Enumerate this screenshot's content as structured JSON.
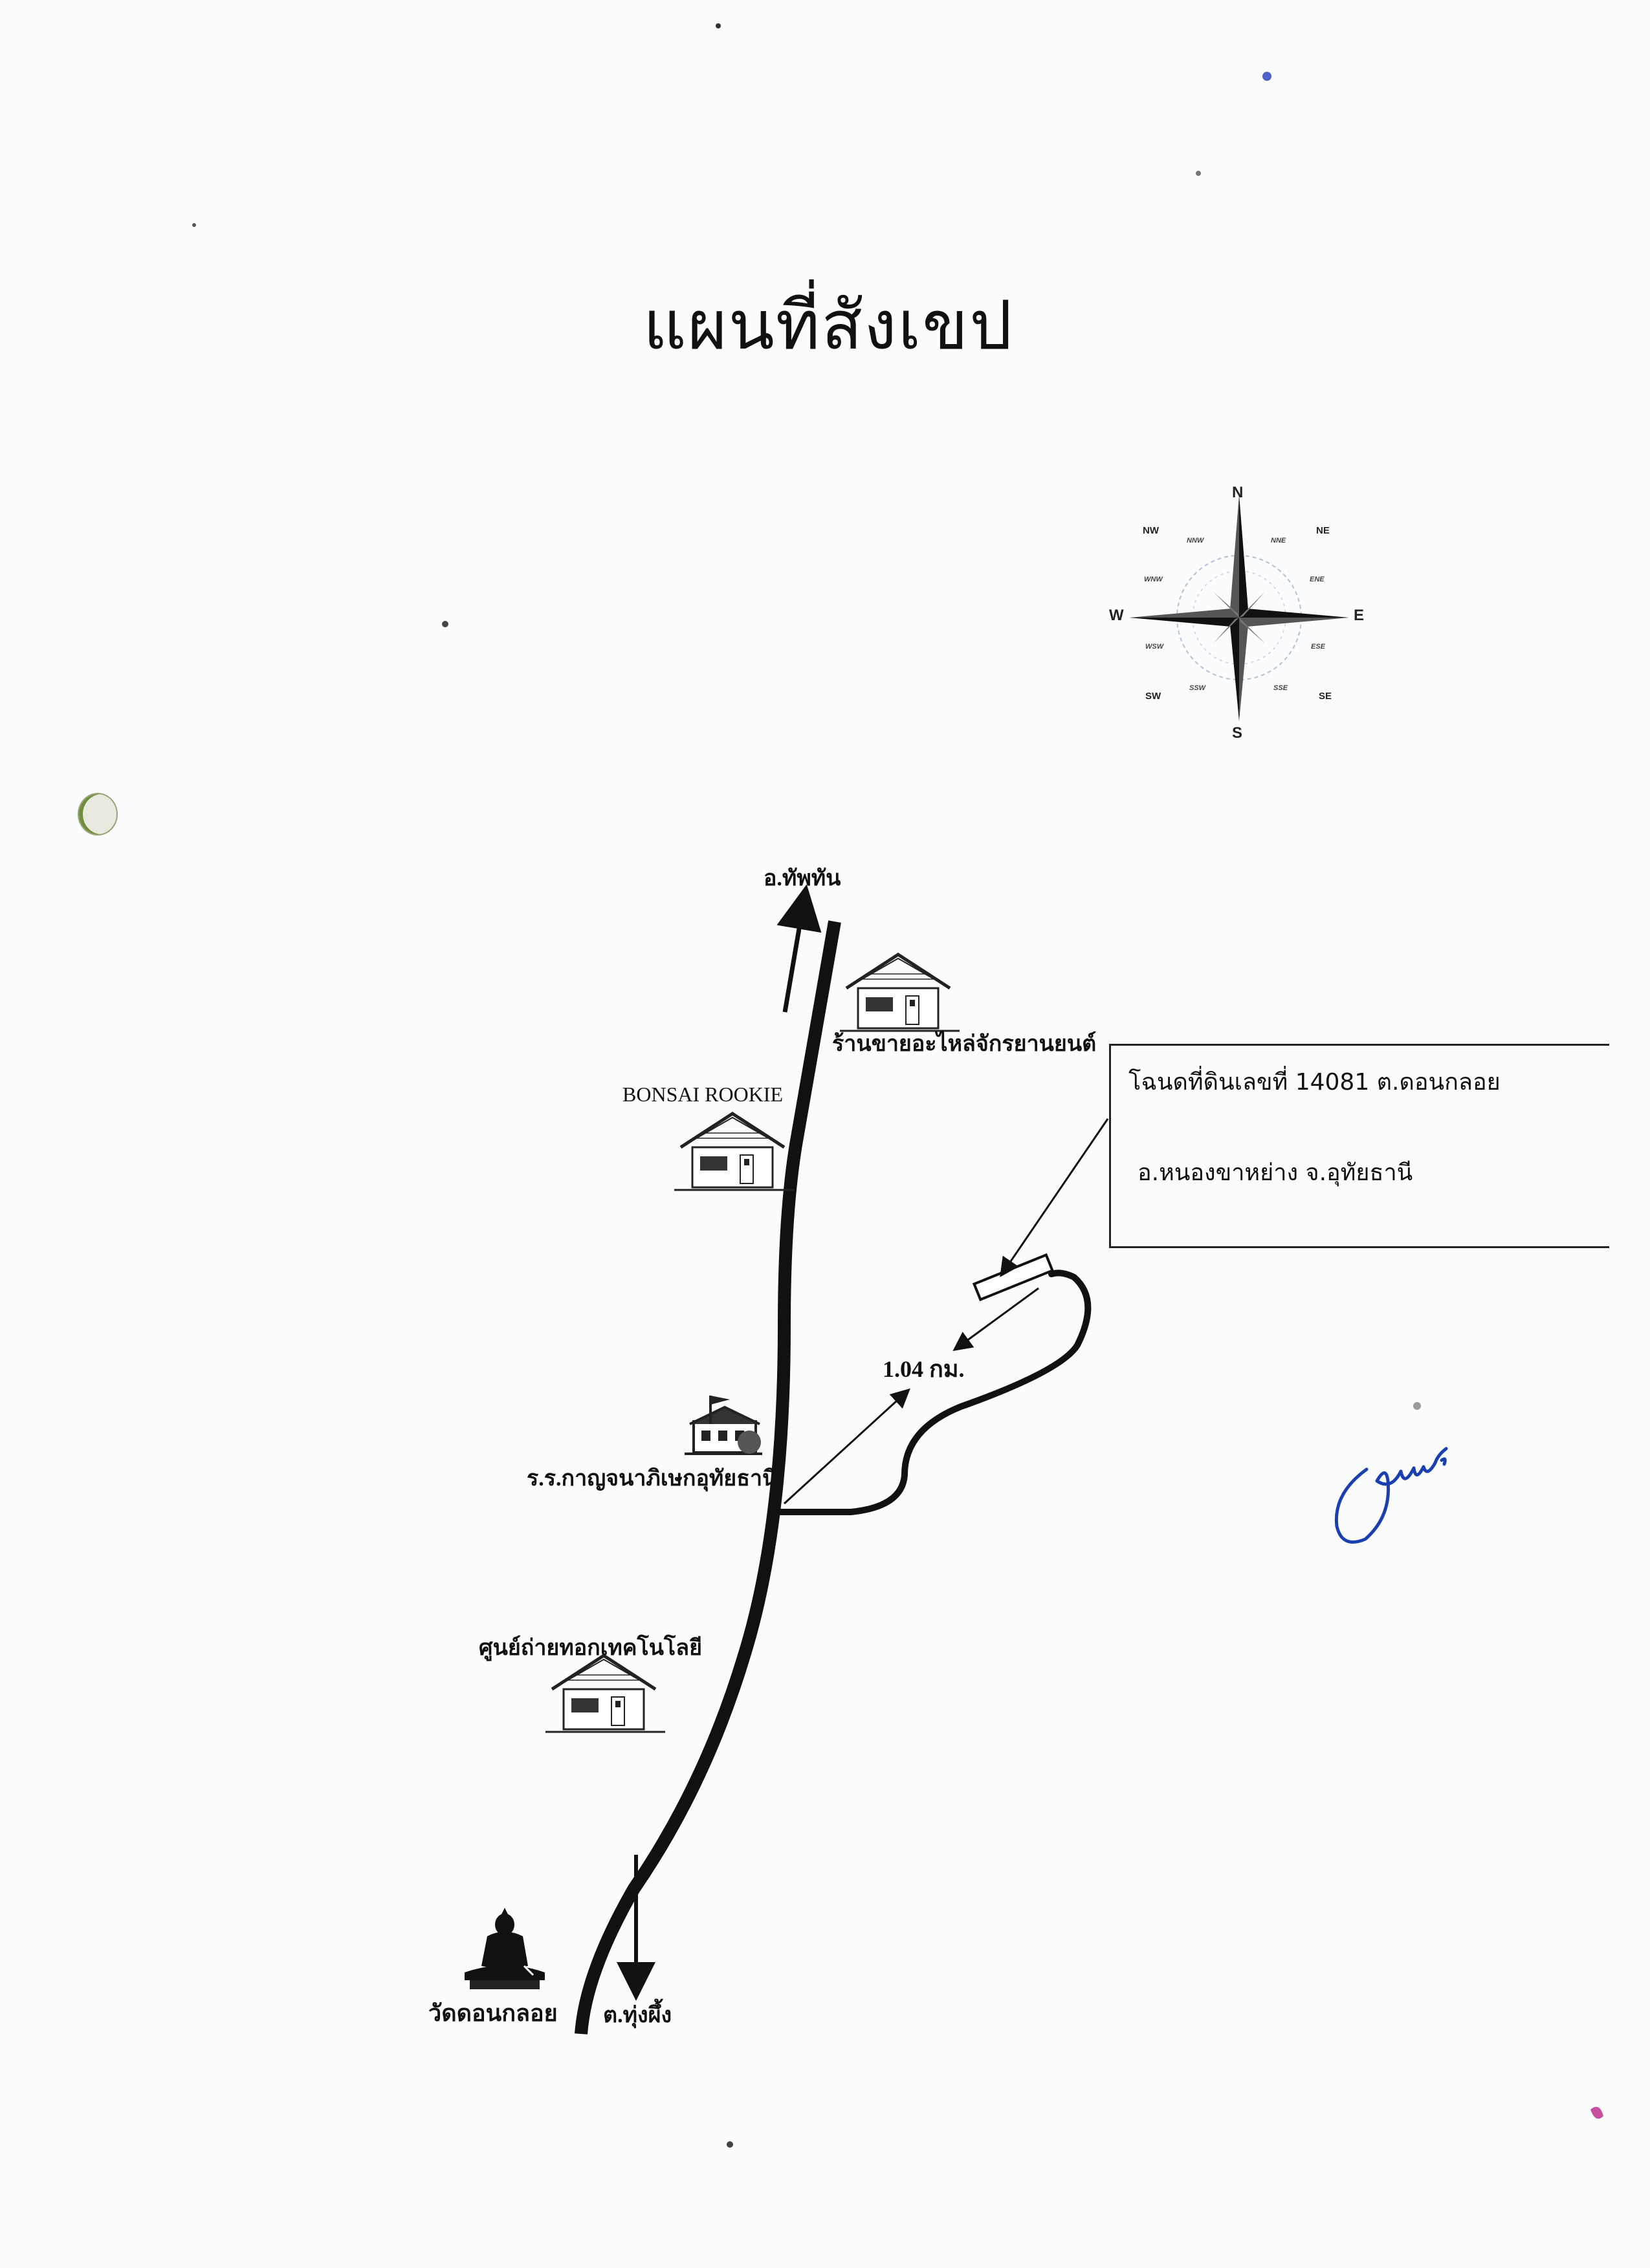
{
  "title": "แผนที่สังเขป",
  "compass": {
    "main": {
      "n": "N",
      "s": "S",
      "e": "E",
      "w": "W"
    },
    "inter": {
      "ne": "NE",
      "nw": "NW",
      "se": "SE",
      "sw": "SW"
    },
    "minor": {
      "nnw": "NNW",
      "nne": "NNE",
      "wnw": "WNW",
      "ene": "ENE",
      "wsw": "WSW",
      "ese": "ESE",
      "ssw": "SSW",
      "sse": "SSE"
    }
  },
  "places": {
    "north_destination": "อ.ทัพทัน",
    "auto_parts_shop": "ร้านขายอะไหล่จักรยานยนต์",
    "bonsai_rookie": "BONSAI ROOKIE",
    "school": "ร.ร.กาญจนาภิเษกอุทัยธานี",
    "tech_center": "ศูนย์ถ่ายทอกเทคโนโลยี",
    "temple": "วัดดอนกลอย",
    "south_destination": "ต.ทุ่งผึ้ง"
  },
  "distance_label": "1.04 กม.",
  "deed": {
    "line1": "โฉนดที่ดินเลขที่  14081  ต.ดอนกลอย",
    "line2": "อ.หนองขาหย่าง  จ.อุทัยธานี"
  },
  "colors": {
    "road": "#111111",
    "signature": "#1a3fb0",
    "paper": "#fbfcfe"
  },
  "icons": [
    "house-icon",
    "school-icon",
    "temple-buddha-icon",
    "compass-rose-icon",
    "arrow-icon",
    "signature-icon"
  ]
}
